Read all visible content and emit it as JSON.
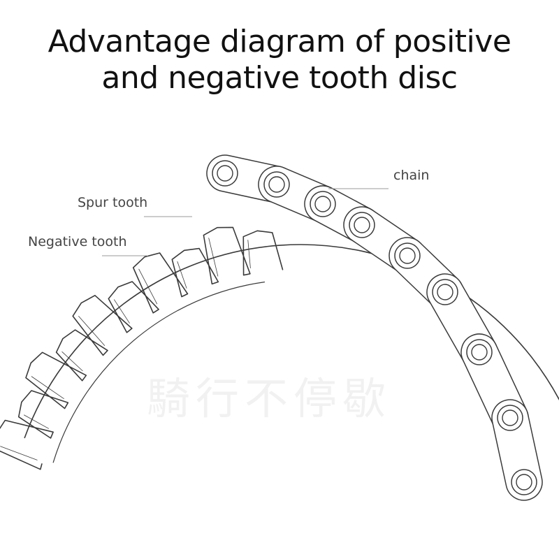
{
  "title": {
    "line1": "Advantage diagram of positive",
    "line2": "and negative tooth disc"
  },
  "labels": {
    "chain": "chain",
    "spur_tooth": "Spur tooth",
    "negative_tooth": "Negative tooth"
  },
  "watermark": "騎行不停歇",
  "colors": {
    "stroke": "#3a3a3a",
    "label_text": "#444444",
    "leader": "#9a9a9a"
  }
}
